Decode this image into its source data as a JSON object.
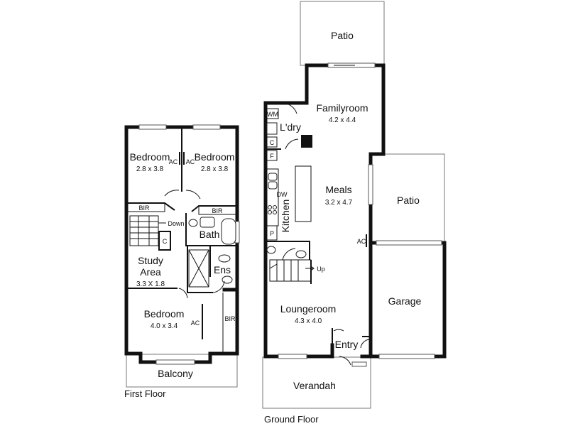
{
  "first_floor": {
    "caption": "First Floor",
    "rooms": {
      "bedroom1": {
        "name": "Bedroom",
        "dim": "2.8 x 3.8"
      },
      "bedroom2": {
        "name": "Bedroom",
        "dim": "2.8 x 3.8"
      },
      "study": {
        "name_line1": "Study",
        "name_line2": "Area",
        "dim": "3.3 X 1.8"
      },
      "bedroom3": {
        "name": "Bedroom",
        "dim": "4.0 x 3.4"
      },
      "bath": {
        "name": "Bath"
      },
      "ens": {
        "name": "Ens"
      },
      "balcony": {
        "name": "Balcony"
      }
    },
    "labels": {
      "ac1": "AC",
      "ac2": "AC",
      "ac3": "AC",
      "bir1": "BIR",
      "bir2": "BIR",
      "bir3": "BIR",
      "down": "Down",
      "cupboard": "C"
    }
  },
  "ground_floor": {
    "caption": "Ground Floor",
    "rooms": {
      "patio_top": {
        "name": "Patio"
      },
      "familyroom": {
        "name": "Familyroom",
        "dim": "4.2 x 4.4"
      },
      "laundry": {
        "name": "L'dry"
      },
      "meals": {
        "name": "Meals",
        "dim": "3.2  x 4.7"
      },
      "kitchen": {
        "name": "Kitchen"
      },
      "patio_side": {
        "name": "Patio"
      },
      "garage": {
        "name": "Garage"
      },
      "loungeroom": {
        "name": "Loungeroom",
        "dim": "4.3 x 4.0"
      },
      "entry": {
        "name": "Entry"
      },
      "verandah": {
        "name": "Verandah"
      }
    },
    "labels": {
      "wm": "WM",
      "c": "C",
      "f": "F",
      "dw": "DW",
      "p": "P",
      "up": "Up",
      "ac": "AC"
    }
  }
}
